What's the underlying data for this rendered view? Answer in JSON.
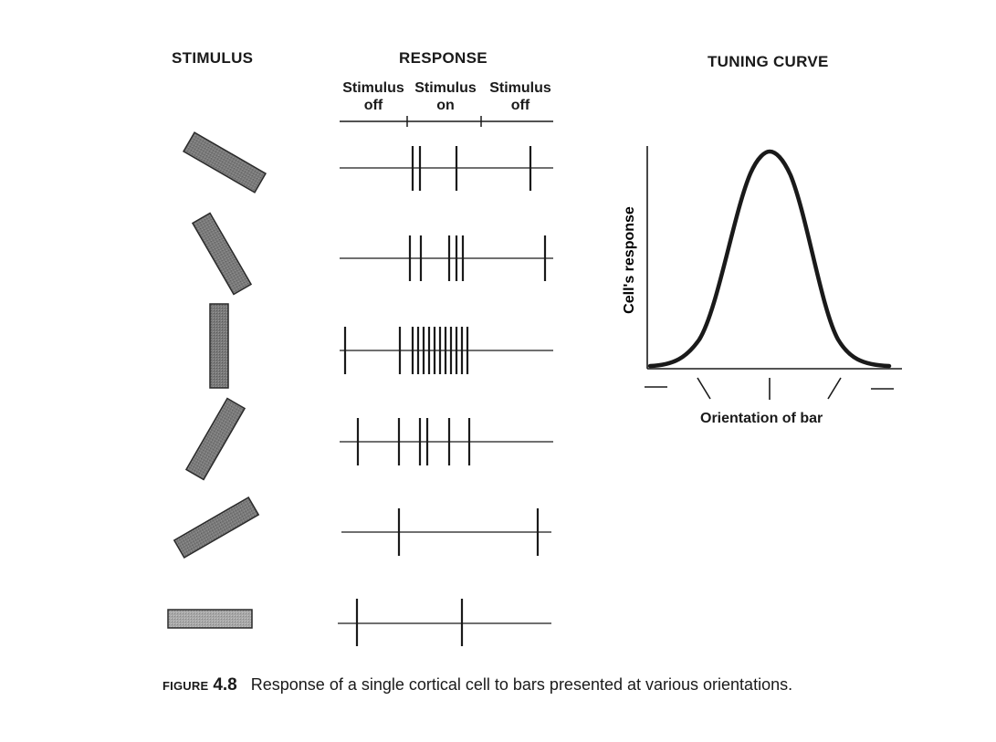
{
  "headings": {
    "stimulus": "STIMULUS",
    "response": "RESPONSE",
    "tuning_curve": "TUNING CURVE"
  },
  "phase_labels": [
    {
      "line1": "Stimulus",
      "line2": "off"
    },
    {
      "line1": "Stimulus",
      "line2": "on"
    },
    {
      "line1": "Stimulus",
      "line2": "off"
    }
  ],
  "stimuli": [
    {
      "orientation_deg": 30
    },
    {
      "orientation_deg": 60
    },
    {
      "orientation_deg": 90
    },
    {
      "orientation_deg": 120
    },
    {
      "orientation_deg": 150
    },
    {
      "orientation_deg": 180
    }
  ],
  "spike_trains": [
    {
      "spikes_in_window": 3,
      "spikes_after_window": 1
    },
    {
      "spikes_in_window": 5,
      "spikes_after_window": 1
    },
    {
      "spikes_in_window": 12,
      "spikes_before_window": 1
    },
    {
      "spikes_in_window": 5,
      "spikes_before_window": 1
    },
    {
      "spikes_in_window": 1,
      "spikes_after_window": 1
    },
    {
      "spikes_in_window": 1,
      "spikes_before_window": 1
    }
  ],
  "tuning": {
    "ylabel": "Cell's response",
    "xlabel": "Orientation of bar",
    "curve": "bell-shaped, peak at vertical orientation"
  },
  "caption": {
    "figure_word": "FIGURE",
    "figure_number": "4.8",
    "text": "Response of a single cortical cell to bars presented at various orientations."
  },
  "colors": {
    "ink": "#1a1a1a",
    "bar_fill": "#7a7a7a"
  }
}
